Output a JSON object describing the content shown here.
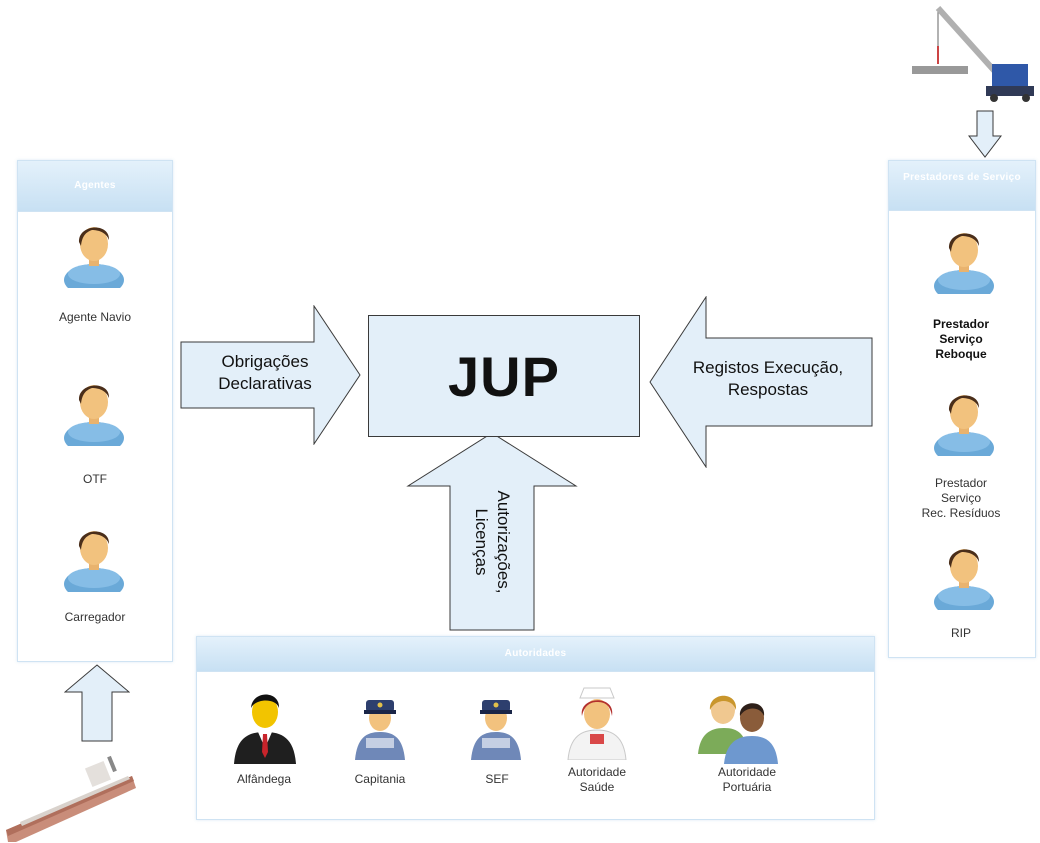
{
  "center": {
    "title": "JUP"
  },
  "left_panel": {
    "header": "Agentes",
    "actors": [
      {
        "label": "Agente Navio"
      },
      {
        "label": "OTF"
      },
      {
        "label": "Carregador"
      }
    ]
  },
  "right_panel": {
    "header": "Prestadores de Serviço",
    "actors": [
      {
        "label": "Prestador\nServiço\nReboque"
      },
      {
        "label": "Prestador\nServiço\nRec. Resíduos"
      },
      {
        "label": "RIP"
      }
    ]
  },
  "bottom_panel": {
    "header": "Autoridades",
    "actors": [
      {
        "label": "Alfândega"
      },
      {
        "label": "Capitania"
      },
      {
        "label": "SEF"
      },
      {
        "label": "Autoridade\nSaúde"
      },
      {
        "label": "Autoridade\nPortuária"
      }
    ]
  },
  "arrows": {
    "left": "Obrigações\nDeclarativas",
    "right": "Registos Execução,\nRespostas",
    "bottom": "Autorizações,\nLicenças"
  },
  "colors": {
    "arrow_fill": "#e3eff9",
    "arrow_stroke": "#3a3a3a",
    "panel_header": "#c7e0f3",
    "person_shirt": "#6aa9d8",
    "person_skin": "#f2c27e",
    "person_hair": "#4a2e1a"
  }
}
